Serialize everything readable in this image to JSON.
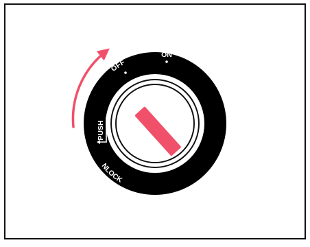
{
  "ignition": {
    "labels": {
      "on": "ON",
      "off": "OFF",
      "push": "PUSH",
      "unlock": "UNLOCK"
    },
    "colors": {
      "ring": "#000000",
      "key_slot": "#f0506a",
      "arrow": "#f0506a",
      "outline": "#111111"
    },
    "icons": {
      "rotation_arrow": "curved-arrow-icon",
      "push_arrow": "push-arrow-icon"
    }
  }
}
